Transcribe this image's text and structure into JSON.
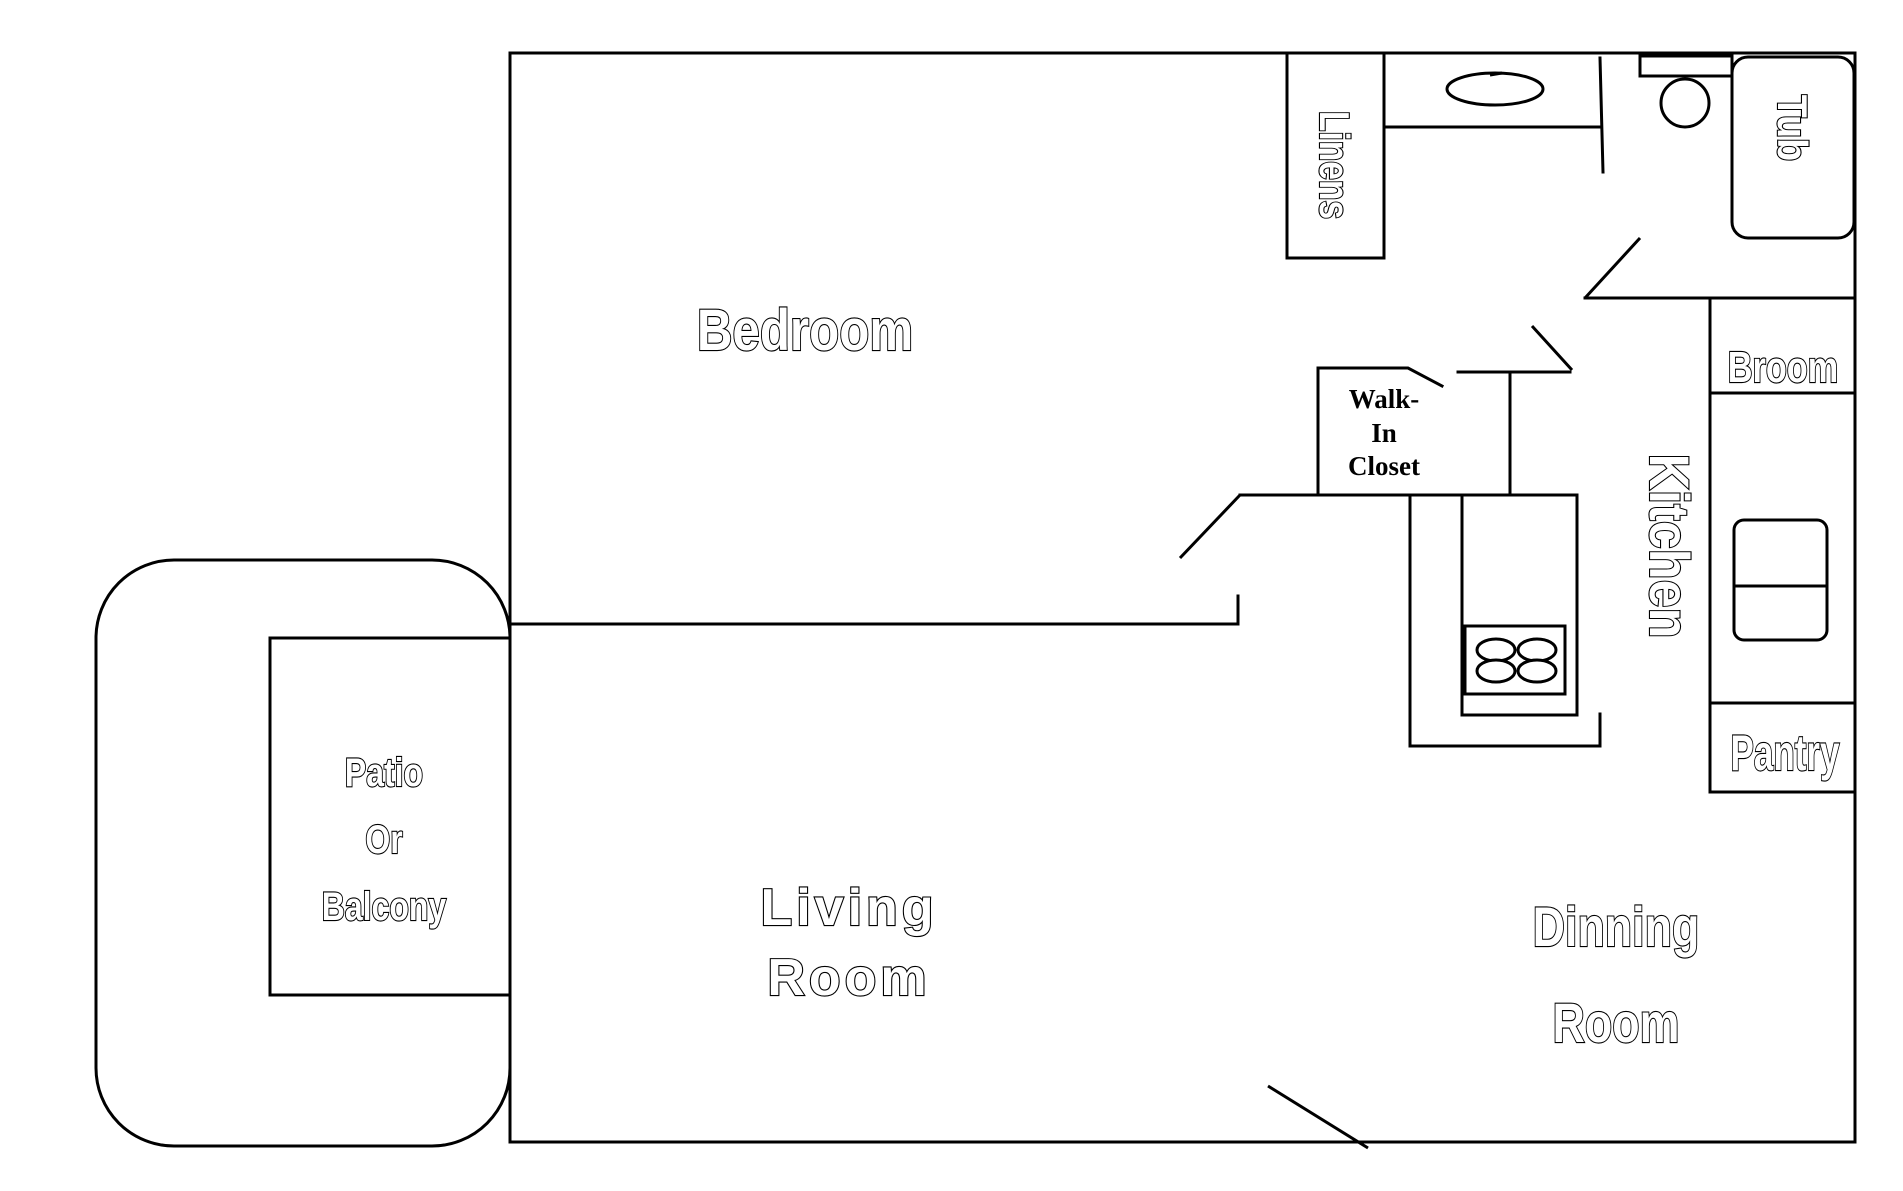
{
  "rooms": {
    "bedroom": "Bedroom",
    "living_room_line1": "Living",
    "living_room_line2": "Room",
    "dining_room_line1": "Dinning",
    "dining_room_line2": "Room",
    "kitchen": "Kitchen",
    "patio_line1": "Patio",
    "patio_line2": "Or",
    "patio_line3": "Balcony",
    "walk_in_closet_line1": "Walk-",
    "walk_in_closet_line2": "In",
    "walk_in_closet_line3": "Closet",
    "linens": "Linens",
    "tub": "Tub",
    "broom": "Broom",
    "pantry": "Pantry"
  }
}
